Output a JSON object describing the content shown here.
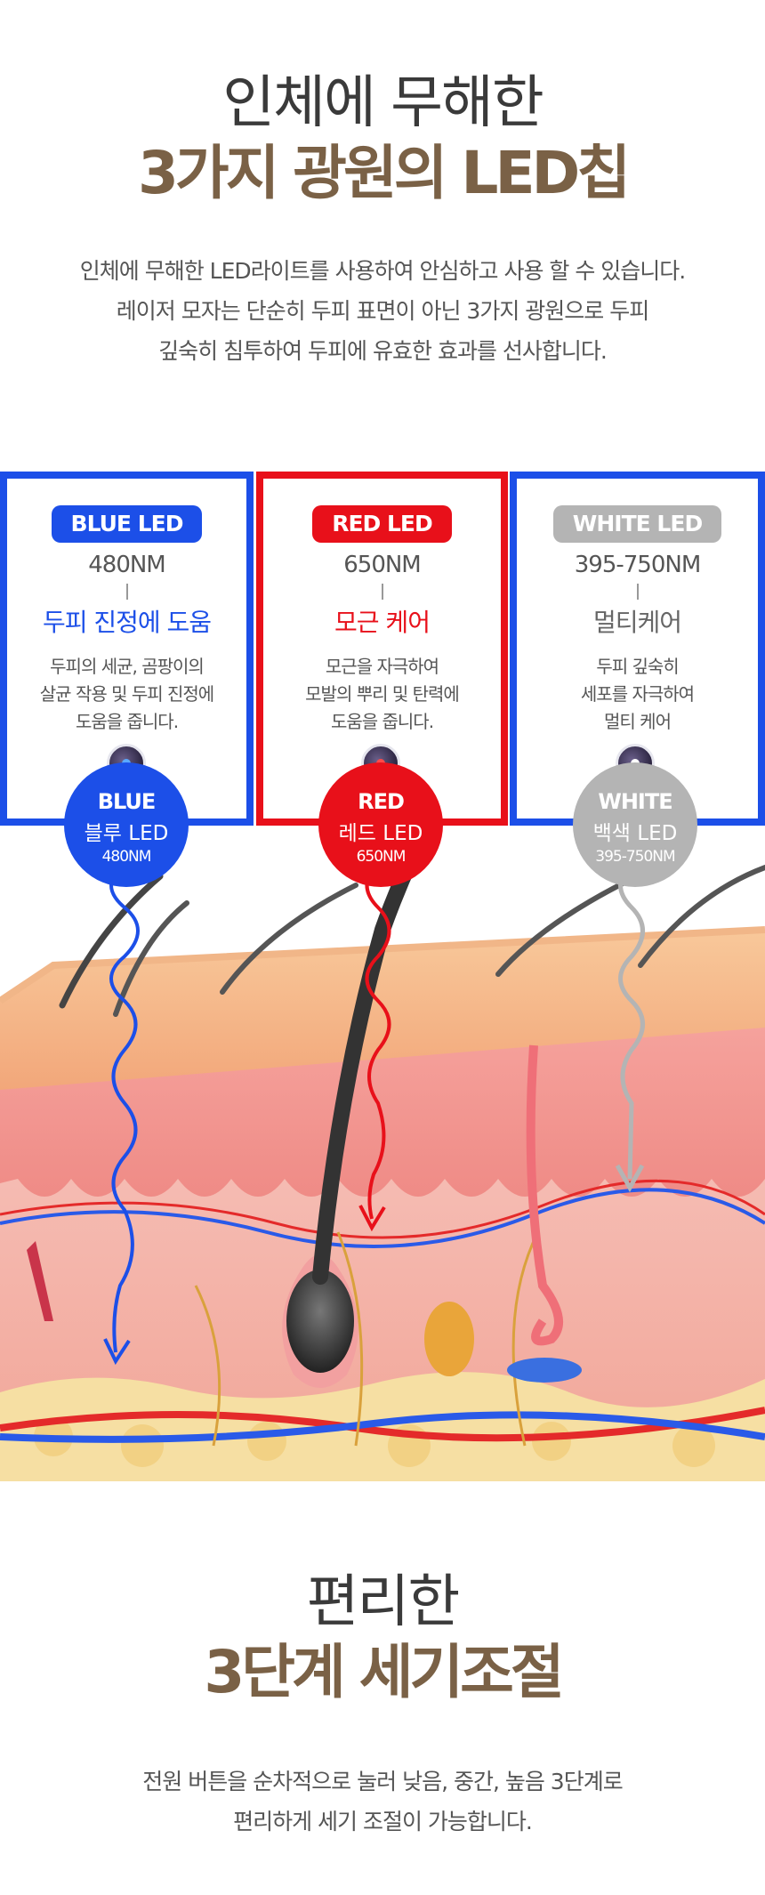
{
  "section1": {
    "title_light": "인체에 무해한",
    "title_bold": "3가지 광원의 LED칩",
    "desc_lines": [
      "인체에 무해한 LED라이트를 사용하여 안심하고 사용 할 수 있습니다.",
      "레이저 모자는 단순히 두피 표면이 아닌 3가지 광원으로 두피",
      "깊숙히 침투하여 두피에 유효한 효과를 선사합니다."
    ]
  },
  "leds": [
    {
      "label": "BLUE LED",
      "wavelength": "480NM",
      "effect": "두피 진정에 도움",
      "desc_lines": [
        "두피의 세균, 곰팡이의",
        "살균 작용 및 두피 진정에",
        "도움을 줍니다."
      ],
      "badge_title": "BLUE",
      "badge_korean": "블루 LED",
      "badge_nm": "480NM",
      "color": "#1c4fe8"
    },
    {
      "label": "RED LED",
      "wavelength": "650NM",
      "effect": "모근 케어",
      "desc_lines": [
        "모근을 자극하여",
        "모발의 뿌리 및 탄력에",
        "도움을 줍니다."
      ],
      "badge_title": "RED",
      "badge_korean": "레드 LED",
      "badge_nm": "650NM",
      "color": "#e8101a"
    },
    {
      "label": "WHITE LED",
      "wavelength": "395-750NM",
      "effect": "멀티케어",
      "desc_lines": [
        "두피 깊숙히",
        "세포를 자극하여",
        "멀티 케어"
      ],
      "badge_title": "WHITE",
      "badge_korean": "백색 LED",
      "badge_nm": "395-750NM",
      "color": "#b4b4b4"
    }
  ],
  "section2": {
    "title_light": "편리한",
    "title_bold": "3단계 세기조절",
    "desc_lines": [
      "전원 버튼을 순차적으로 눌러 낮음, 중간, 높음 3단계로",
      "편리하게 세기 조절이 가능합니다."
    ]
  },
  "icons": {
    "chip": "led-chip-icon",
    "skin": "skin-cross-section-illustration"
  }
}
